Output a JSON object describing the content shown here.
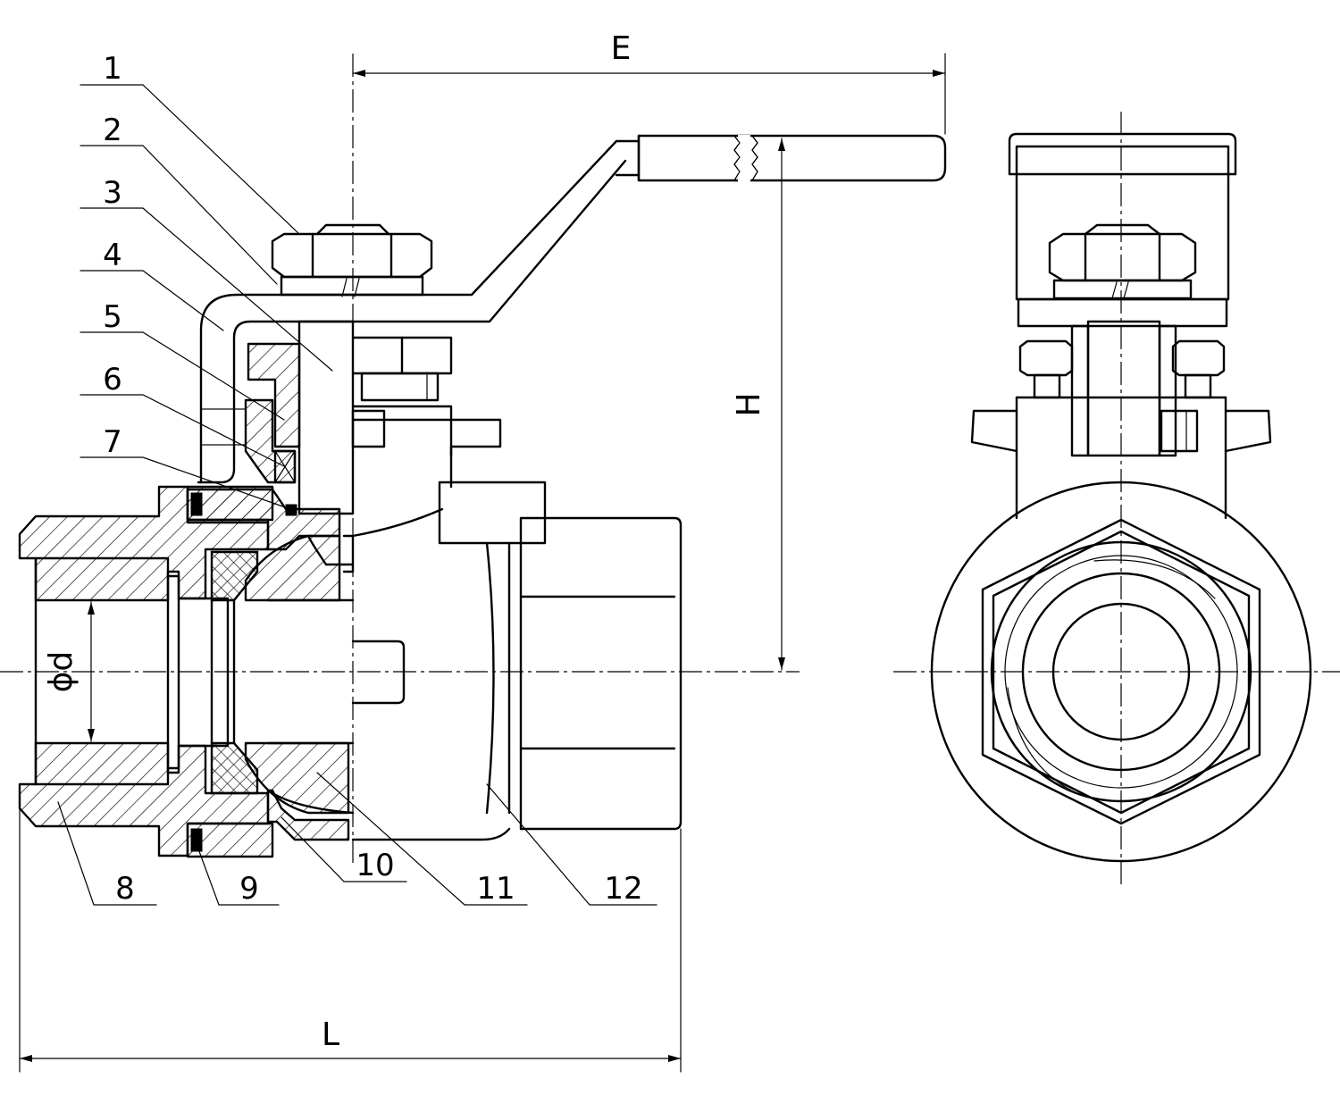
{
  "drawing": {
    "callouts": [
      {
        "id": "1",
        "label": "1"
      },
      {
        "id": "2",
        "label": "2"
      },
      {
        "id": "3",
        "label": "3"
      },
      {
        "id": "4",
        "label": "4"
      },
      {
        "id": "5",
        "label": "5"
      },
      {
        "id": "6",
        "label": "6"
      },
      {
        "id": "7",
        "label": "7"
      },
      {
        "id": "8",
        "label": "8"
      },
      {
        "id": "9",
        "label": "9"
      },
      {
        "id": "10",
        "label": "10"
      },
      {
        "id": "11",
        "label": "11"
      },
      {
        "id": "12",
        "label": "12"
      }
    ],
    "dimensions": {
      "handle_length": "E",
      "height": "H",
      "bore": "ϕd",
      "overall_length": "L"
    }
  }
}
